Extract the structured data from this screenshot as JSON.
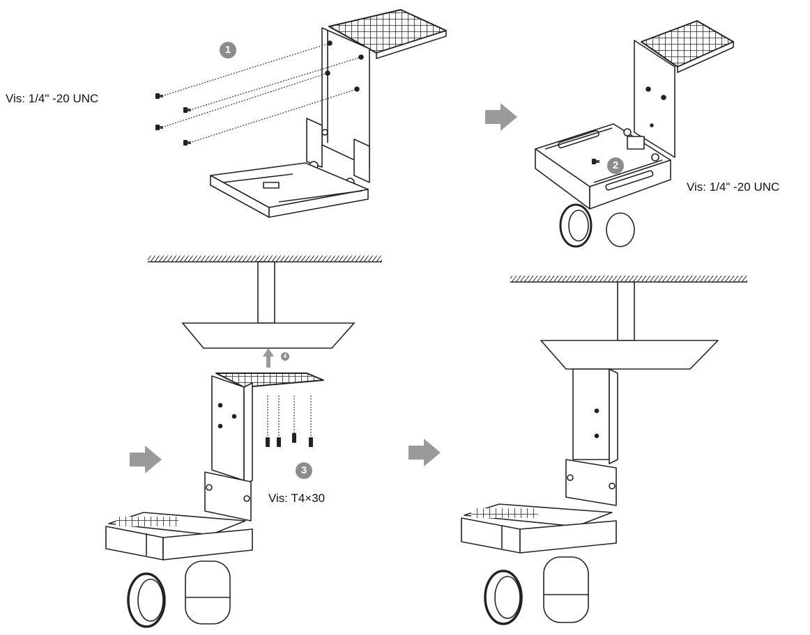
{
  "labels": {
    "screw_step1": "Vis: 1/4\" -20 UNC",
    "screw_step2": "Vis: 1/4\" -20 UNC",
    "screw_step3": "Vis: T4×30"
  },
  "steps": {
    "s1": "1",
    "s2": "2",
    "s3": "3",
    "s4": "4"
  },
  "colors": {
    "line": "#222222",
    "badge": "#8c8c8c",
    "arrow": "#9a9a9a"
  },
  "icons": [
    "right-arrow-icon",
    "up-arrow-icon",
    "screw-icon"
  ]
}
